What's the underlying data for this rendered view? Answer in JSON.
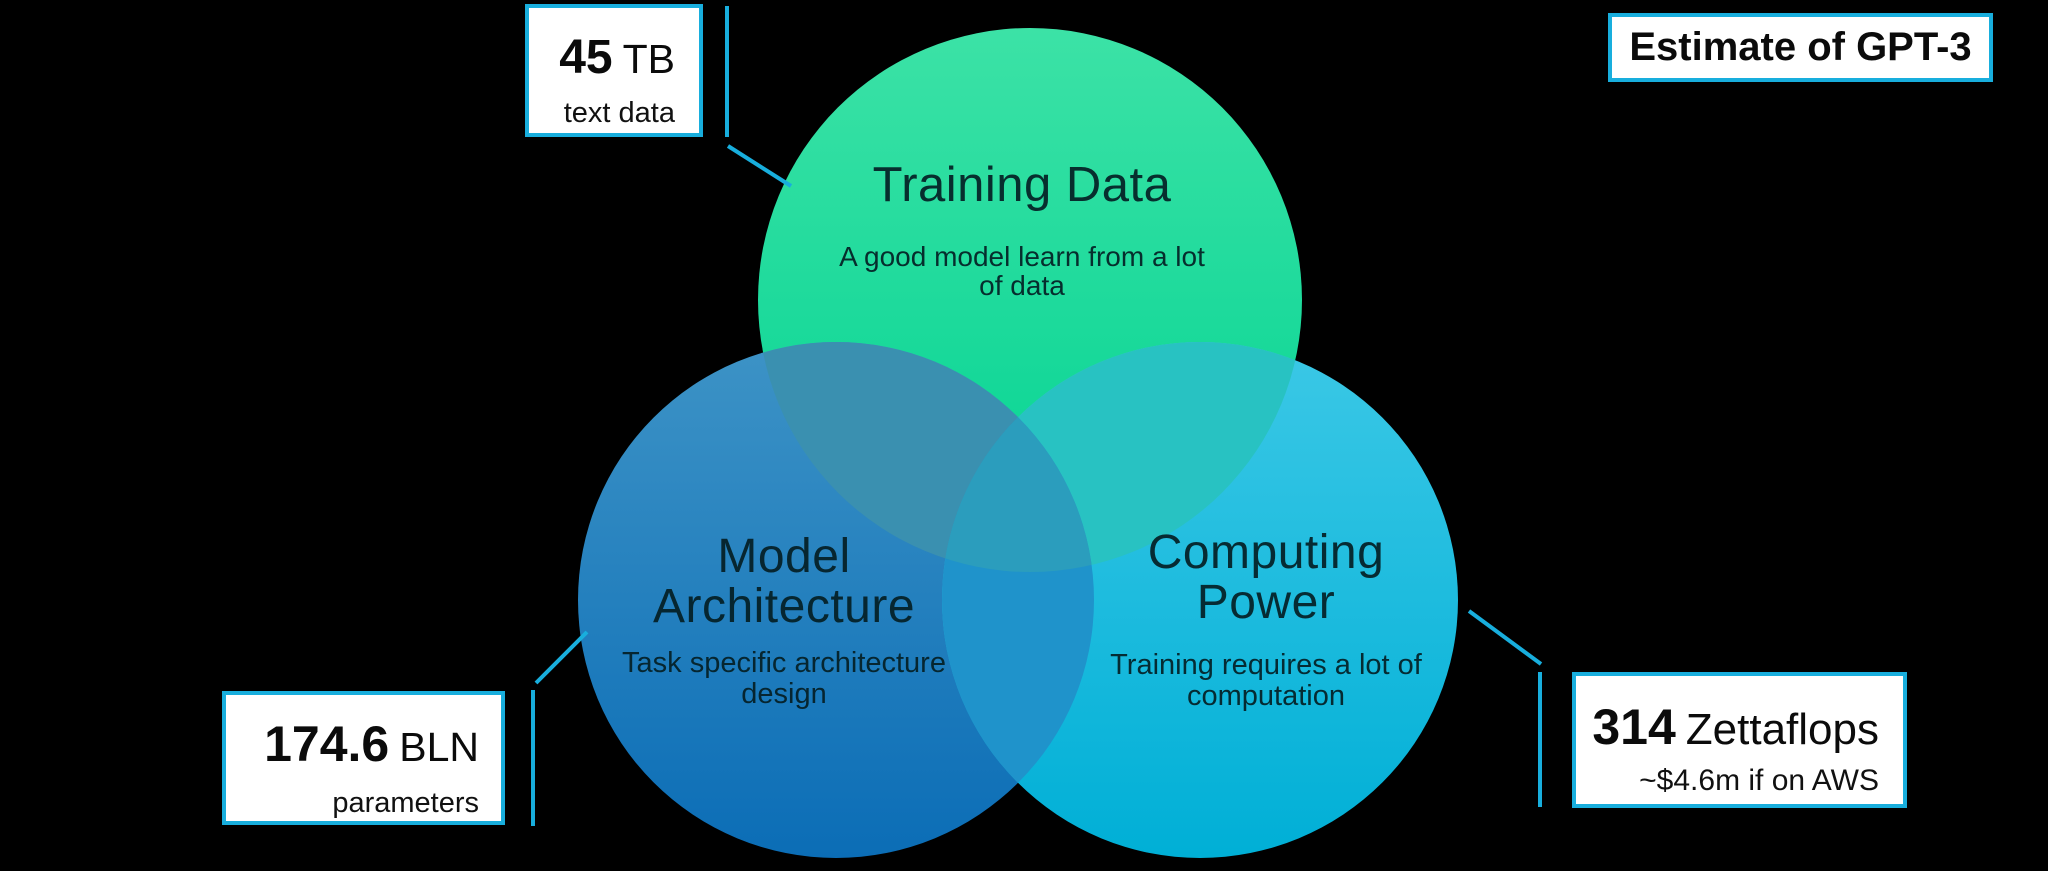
{
  "badge": {
    "label": "Estimate of GPT-3"
  },
  "circles": {
    "training_data": {
      "title": "Training Data",
      "desc_line1": "A good model learn from a lot",
      "desc_line2": "of data"
    },
    "model_architecture": {
      "title_line1": "Model",
      "title_line2": "Architecture",
      "desc_line1": "Task specific architecture",
      "desc_line2": "design"
    },
    "computing_power": {
      "title_line1": "Computing",
      "title_line2": "Power",
      "desc_line1": "Training requires a lot of",
      "desc_line2": "computation"
    }
  },
  "callouts": {
    "text_data": {
      "value": "45",
      "unit": "TB",
      "label": "text data"
    },
    "parameters": {
      "value": "174.6",
      "unit": "BLN",
      "label": "parameters"
    },
    "compute": {
      "value": "314",
      "unit": "Zettaflops",
      "label": "~$4.6m if on AWS"
    }
  },
  "colors": {
    "background": "#000000",
    "accent_cyan_border": "#18aedd",
    "circle_green": "#12d698",
    "circle_blue": "#1b77bd",
    "circle_cyan": "#12b6e0",
    "overlap_green_blue": "#3a90b0",
    "overlap_green_cyan": "#28c2c2",
    "overlap_blue_cyan": "#1f93cb",
    "overlap_triple": "#2b9dbd"
  }
}
